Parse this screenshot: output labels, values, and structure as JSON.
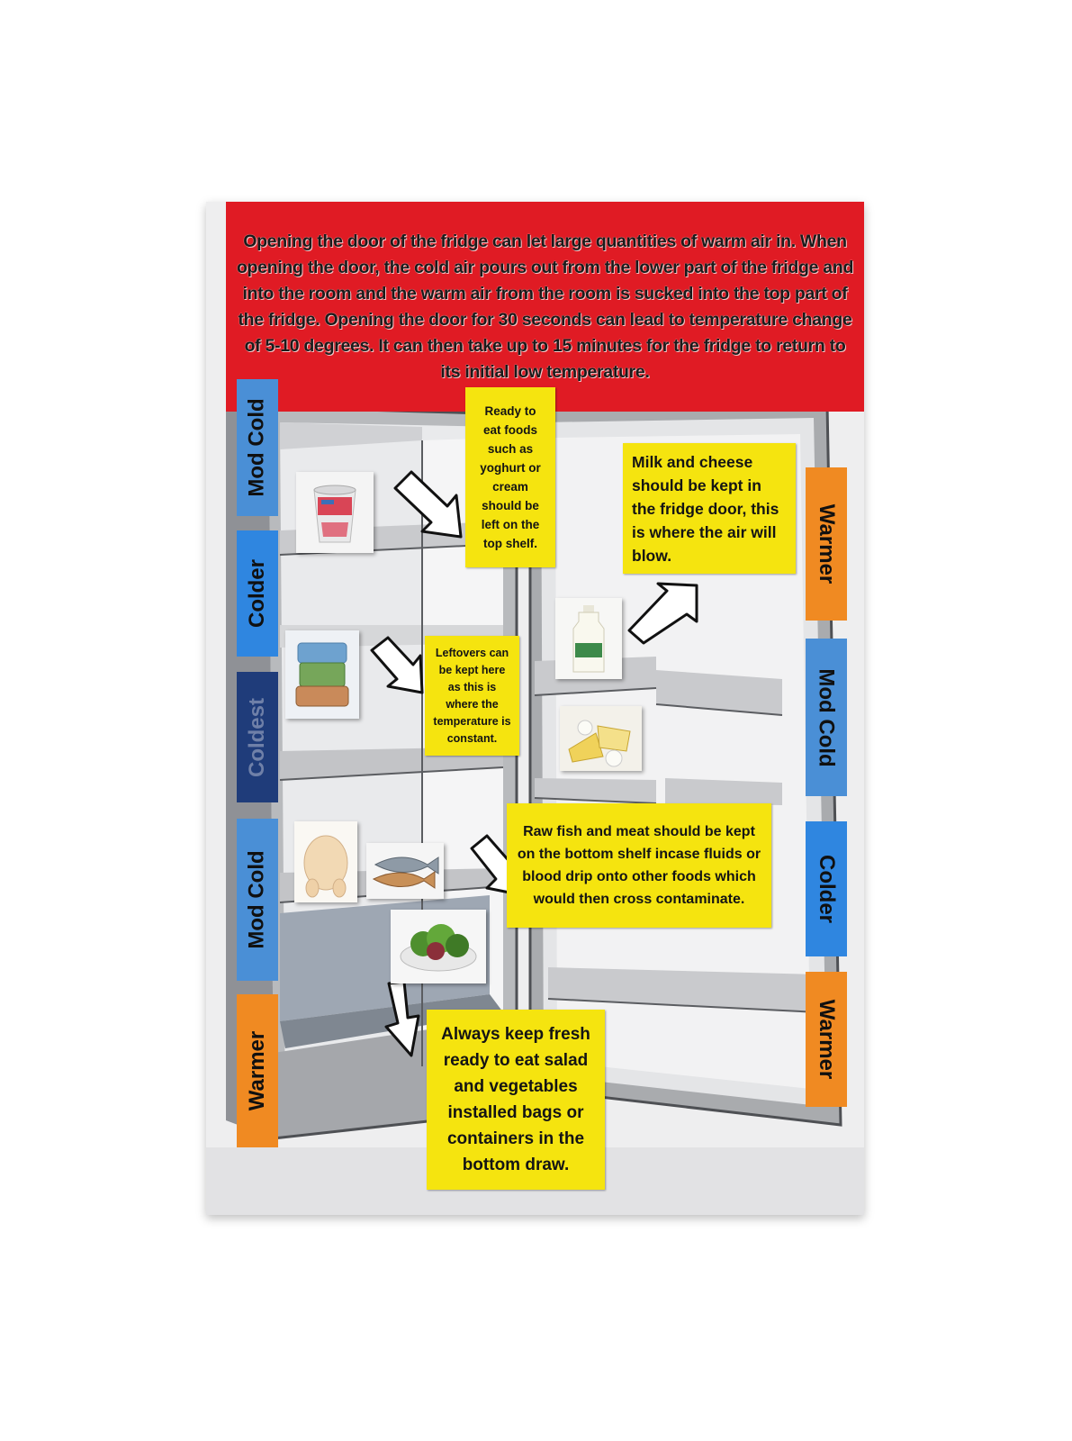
{
  "banner": {
    "text": "Opening the door of the fridge can let large quantities of warm air in. When opening the door, the cold air pours out from the lower part of the fridge and into the room and the warm air from the room is sucked into the top part of the fridge. Opening the door for 30 seconds can lead to temperature change of 5-10 degrees. It can then take up to 15 minutes for the fridge to return to its initial low temperature."
  },
  "left_zones": [
    {
      "label": "Mod Cold",
      "color": "#4a8fd6"
    },
    {
      "label": "Colder",
      "color": "#2f86e0"
    },
    {
      "label": "Coldest",
      "color": "#1f3c7a"
    },
    {
      "label": "Mod Cold",
      "color": "#4a8fd6"
    },
    {
      "label": "Warmer",
      "color": "#f08a22"
    }
  ],
  "right_zones": [
    {
      "label": "Warmer",
      "color": "#f08a22"
    },
    {
      "label": "Mod Cold",
      "color": "#4a8fd6"
    },
    {
      "label": "Colder",
      "color": "#2f86e0"
    },
    {
      "label": "Warmer",
      "color": "#f08a22"
    }
  ],
  "notes": {
    "top_shelf": "Ready to eat foods such as yoghurt or cream should be left on the top shelf.",
    "door": "Milk and cheese should be kept in the fridge door, this is where the air will blow.",
    "leftovers": "Leftovers can be kept here as this is where the temperature is constant.",
    "raw_meat": "Raw fish and meat should be kept on the bottom shelf incase fluids or blood drip onto other foods which would then cross contaminate.",
    "salad": "Always keep fresh ready to eat salad and vegetables installed bags or containers in the bottom draw."
  },
  "photos": [
    "yoghurt",
    "leftovers",
    "milk",
    "cheese",
    "chicken",
    "fish",
    "salad"
  ],
  "colors": {
    "banner": "#e01b24",
    "note": "#f5e40f"
  }
}
